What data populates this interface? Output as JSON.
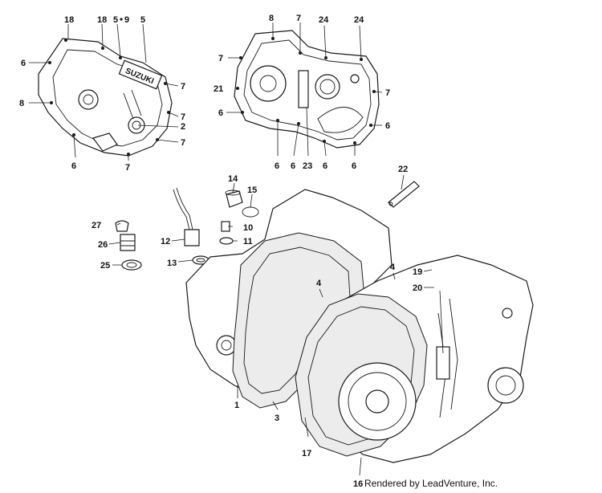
{
  "diagram": {
    "callouts": {
      "c18a": "18",
      "c18b": "18",
      "c5a": "5",
      "c5b": "5",
      "c9": "9",
      "c6a": "6",
      "c8a": "8",
      "c7a": "7",
      "c2": "2",
      "c7b": "7",
      "c7c": "7",
      "c6b": "6",
      "c7d": "7",
      "c8b": "8",
      "c7e": "7",
      "c24a": "24",
      "c24b": "24",
      "c7f": "7",
      "c21": "21",
      "c7g": "7",
      "c6c": "6",
      "c6d": "6",
      "c6e": "6",
      "c23": "23",
      "c6f": "6",
      "c6g": "6",
      "c6h": "6",
      "c22": "22",
      "c14": "14",
      "c15": "15",
      "c27": "27",
      "c10": "10",
      "c12": "12",
      "c11": "11",
      "c26": "26",
      "c13": "13",
      "c25": "25",
      "c4a": "4",
      "c4b": "4",
      "c19": "19",
      "c20": "20",
      "c1": "1",
      "c3": "3",
      "c17": "17",
      "c16": "16"
    },
    "logo_text": "SUZUKI",
    "credit": "Rendered by LeadVenture, Inc."
  }
}
